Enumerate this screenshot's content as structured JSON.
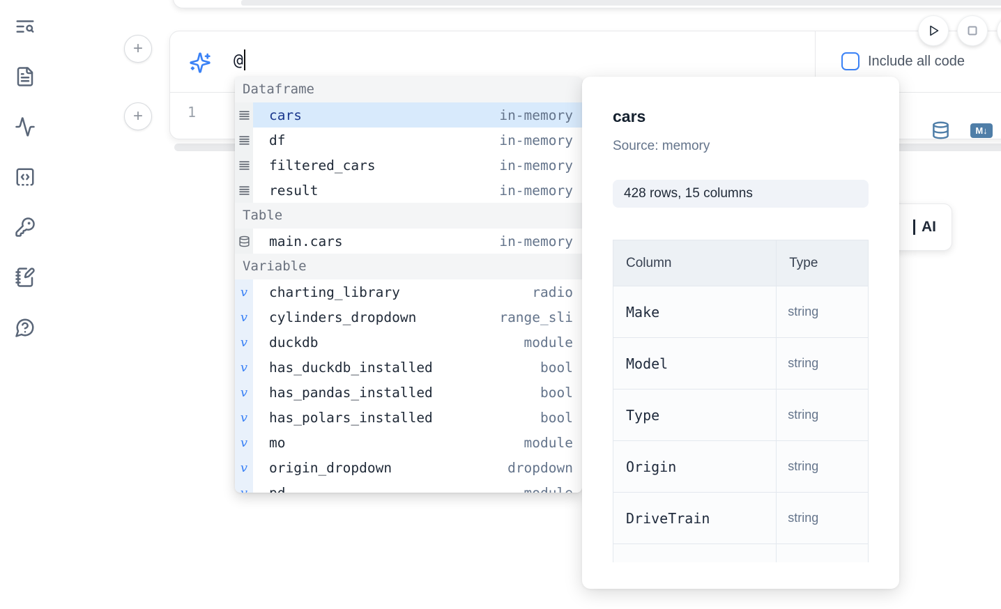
{
  "colors": {
    "accent_blue": "#3b82f6",
    "selection_bg": "#d8eafc",
    "selected_text": "#1c398e",
    "steel_blue": "#4f7ea8",
    "sidebar_icon": "#5a6678"
  },
  "sidebar": {
    "icons": [
      "toc-search",
      "file-document",
      "activity",
      "scratchpad-code",
      "key",
      "notebook-pen",
      "help-chat"
    ]
  },
  "prompt_cell": {
    "input_value": "@",
    "include_all_code_label": "Include all code",
    "include_all_code_checked": false,
    "line_number": "1"
  },
  "cell_actions": {
    "markdown_badge": "M↓"
  },
  "autocomplete": {
    "sections": [
      {
        "label": "Dataframe",
        "items": [
          {
            "name": "cars",
            "detail": "in-memory",
            "selected": true
          },
          {
            "name": "df",
            "detail": "in-memory"
          },
          {
            "name": "filtered_cars",
            "detail": "in-memory"
          },
          {
            "name": "result",
            "detail": "in-memory"
          }
        ]
      },
      {
        "label": "Table",
        "items": [
          {
            "name": "main.cars",
            "detail": "in-memory"
          }
        ]
      },
      {
        "label": "Variable",
        "items": [
          {
            "name": "charting_library",
            "detail": "radio"
          },
          {
            "name": "cylinders_dropdown",
            "detail": "range_sli"
          },
          {
            "name": "duckdb",
            "detail": "module"
          },
          {
            "name": "has_duckdb_installed",
            "detail": "bool"
          },
          {
            "name": "has_pandas_installed",
            "detail": "bool"
          },
          {
            "name": "has_polars_installed",
            "detail": "bool"
          },
          {
            "name": "mo",
            "detail": "module"
          },
          {
            "name": "origin_dropdown",
            "detail": "dropdown"
          },
          {
            "name": "pd",
            "detail": "module",
            "clipped": true
          }
        ]
      }
    ]
  },
  "preview_panel": {
    "title": "cars",
    "source": "Source: memory",
    "shape_badge": "428 rows, 15 columns",
    "table": {
      "headers": [
        "Column",
        "Type"
      ],
      "rows": [
        [
          "Make",
          "string"
        ],
        [
          "Model",
          "string"
        ],
        [
          "Type",
          "string"
        ],
        [
          "Origin",
          "string"
        ],
        [
          "DriveTrain",
          "string"
        ]
      ]
    }
  },
  "ai_button": {
    "visible_label": "AI"
  }
}
